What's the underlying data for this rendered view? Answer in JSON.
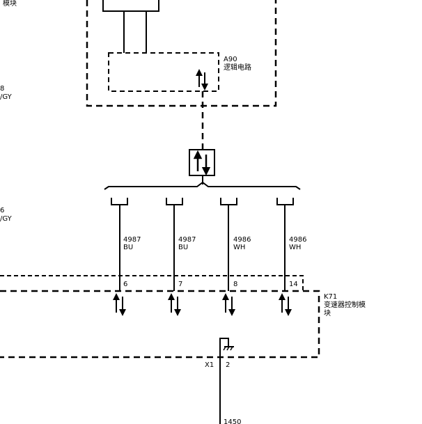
{
  "left_margin": {
    "top_fragment": "模块",
    "upper_wire_num": "8",
    "upper_wire_color": "/GY",
    "lower_wire_num": "6",
    "lower_wire_color": "/GY"
  },
  "logic_circuit": {
    "id": "A90",
    "name": "逻辑电路"
  },
  "tcm": {
    "id": "K71",
    "name_line1": "变速器控制模",
    "name_line2": "块"
  },
  "wires": [
    {
      "circuit": "4987",
      "color": "BU",
      "pin": "6"
    },
    {
      "circuit": "4987",
      "color": "BU",
      "pin": "7"
    },
    {
      "circuit": "4986",
      "color": "WH",
      "pin": "8"
    },
    {
      "circuit": "4986",
      "color": "WH",
      "pin": "14"
    }
  ],
  "ground": {
    "connector": "X1",
    "pin": "2",
    "circuit": "1450"
  }
}
